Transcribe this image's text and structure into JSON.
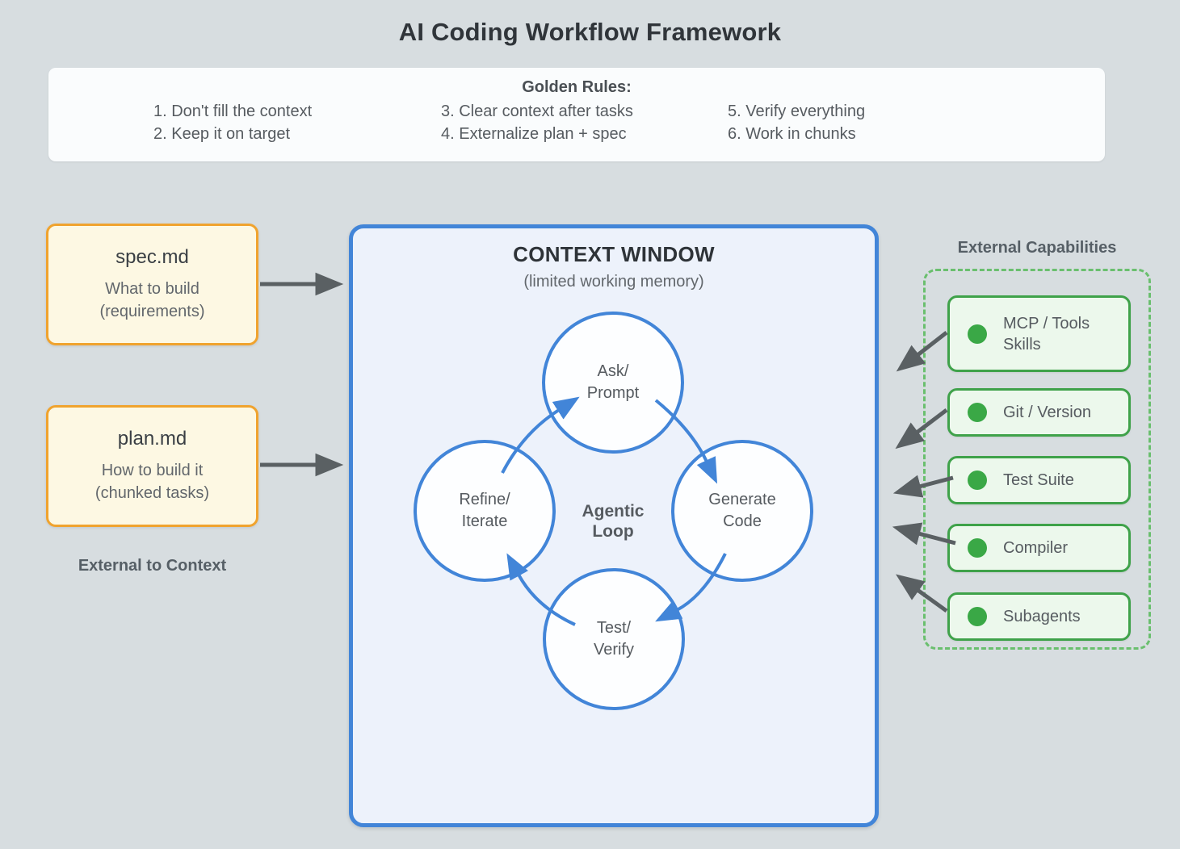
{
  "title": "AI Coding Workflow Framework",
  "golden_rules": {
    "heading": "Golden Rules:",
    "col1": [
      "1. Don't fill the context",
      "2. Keep it on target"
    ],
    "col2": [
      "3. Clear context after tasks",
      "4. Externalize plan + spec"
    ],
    "col3": [
      "5. Verify everything",
      "6. Work in chunks"
    ]
  },
  "external_files": {
    "section_label": "External to Context",
    "spec": {
      "title": "spec.md",
      "line1": "What to build",
      "line2": "(requirements)"
    },
    "plan": {
      "title": "plan.md",
      "line1": "How to build it",
      "line2": "(chunked tasks)"
    }
  },
  "context_window": {
    "title": "CONTEXT WINDOW",
    "subtitle": "(limited working memory)",
    "loop_label": {
      "line1": "Agentic",
      "line2": "Loop"
    },
    "nodes": {
      "ask": {
        "line1": "Ask/",
        "line2": "Prompt"
      },
      "generate": {
        "line1": "Generate",
        "line2": "Code"
      },
      "test": {
        "line1": "Test/",
        "line2": "Verify"
      },
      "refine": {
        "line1": "Refine/",
        "line2": "Iterate"
      }
    }
  },
  "external_capabilities": {
    "heading": "External Capabilities",
    "items": [
      {
        "label": "MCP / Tools Skills"
      },
      {
        "label": "Git / Version"
      },
      {
        "label": "Test Suite"
      },
      {
        "label": "Compiler"
      },
      {
        "label": "Subagents"
      }
    ]
  },
  "colors": {
    "page_bg": "#d7dde0",
    "rules_panel_bg": "#fafcfd",
    "file_card_bg": "#fdf8e3",
    "file_card_border": "#f0a32e",
    "context_bg": "#edf2fb",
    "context_border": "#4285d8",
    "loop_arrow_blue": "#4285d8",
    "capability_bg": "#ecf8ec",
    "capability_border": "#3fa24a",
    "capability_dot": "#3aa846",
    "dashed_border": "#6abf6e",
    "arrow_gray": "#5a6063",
    "text_dark": "#30353a",
    "text_gray": "#565b60"
  }
}
